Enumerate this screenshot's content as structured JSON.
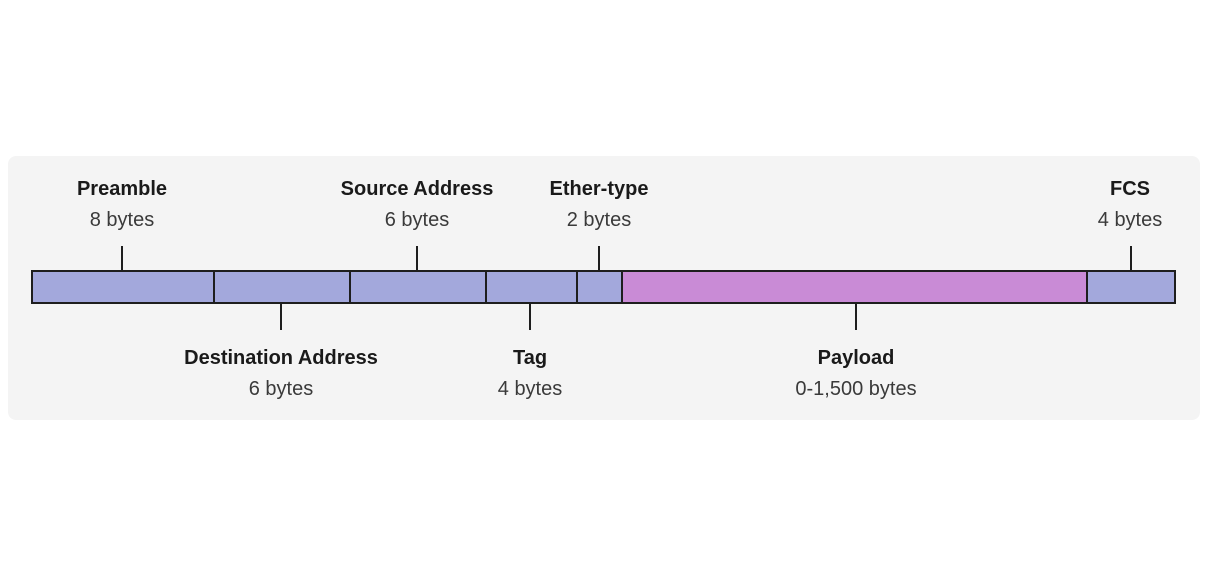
{
  "frame": {
    "fields": [
      {
        "key": "preamble",
        "name": "Preamble",
        "size": "8 bytes",
        "color": "#a3a8dc",
        "position": "top"
      },
      {
        "key": "destination",
        "name": "Destination Address",
        "size": "6 bytes",
        "color": "#a3a8dc",
        "position": "bottom"
      },
      {
        "key": "source",
        "name": "Source Address",
        "size": "6 bytes",
        "color": "#a3a8dc",
        "position": "top"
      },
      {
        "key": "tag",
        "name": "Tag",
        "size": "4 bytes",
        "color": "#a3a8dc",
        "position": "bottom"
      },
      {
        "key": "ethertype",
        "name": "Ether-type",
        "size": "2 bytes",
        "color": "#a3a8dc",
        "position": "top"
      },
      {
        "key": "payload",
        "name": "Payload",
        "size": "0-1,500 bytes",
        "color": "#c98bd6",
        "position": "bottom"
      },
      {
        "key": "fcs",
        "name": "FCS",
        "size": "4 bytes",
        "color": "#a3a8dc",
        "position": "top"
      }
    ]
  }
}
